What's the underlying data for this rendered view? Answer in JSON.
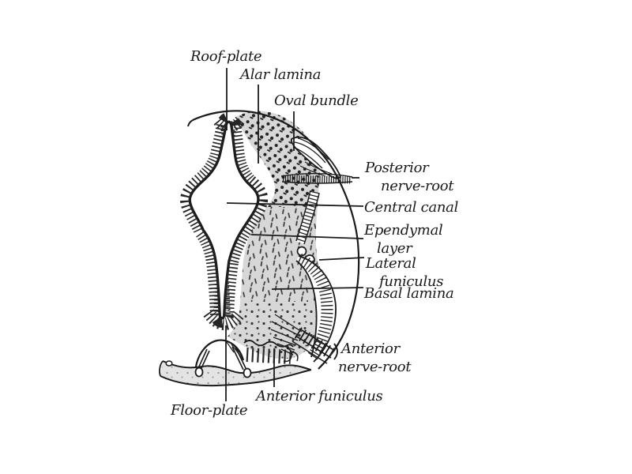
{
  "colors": {
    "ink": "#1b1b1b",
    "hachure": "#262626",
    "mantle_gray": "#d7d7d7",
    "band_gray": "#e3e3e3",
    "background": "#ffffff"
  },
  "labels": {
    "roof_plate": "Roof-plate",
    "alar_lamina": "Alar lamina",
    "oval_bundle": "Oval bundle",
    "posterior_nerve_root": {
      "line1": "Posterior",
      "line2": "nerve-root"
    },
    "central_canal": "Central canal",
    "ependymal_layer": {
      "line1": "Ependymal",
      "line2": "layer"
    },
    "lateral_funiculus": {
      "line1": "Lateral",
      "line2": "funiculus"
    },
    "basal_lamina": "Basal lamina",
    "anterior_nerve_root": {
      "line1": "Anterior",
      "line2": "nerve-root"
    },
    "anterior_funiculus": "Anterior funiculus",
    "floor_plate": "Floor-plate"
  }
}
